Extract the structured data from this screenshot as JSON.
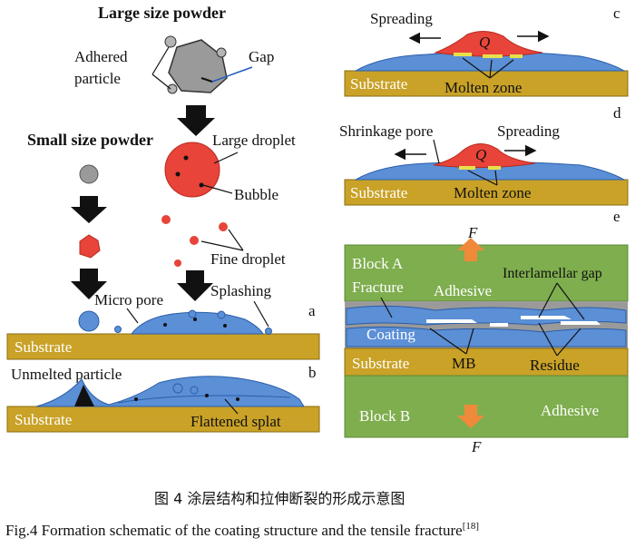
{
  "top_left": {
    "title": "Large size powder",
    "adhered": [
      "Adhered",
      "particle"
    ],
    "gap": "Gap",
    "small_title": "Small size powder",
    "large_droplet": "Large droplet",
    "bubble": "Bubble",
    "fine_droplet": "Fine droplet",
    "micro_pore": "Micro pore",
    "splashing": "Splashing",
    "substrate": "Substrate",
    "panel_a": "a"
  },
  "panel_b": {
    "unmelted": "Unmelted particle",
    "substrate": "Substrate",
    "flattened": "Flattened splat",
    "letter": "b"
  },
  "panel_c": {
    "spreading": "Spreading",
    "q": "Q",
    "substrate": "Substrate",
    "molten": "Molten zone",
    "letter": "c"
  },
  "panel_d": {
    "shrinkage": "Shrinkage pore",
    "spreading": "Spreading",
    "q": "Q",
    "substrate": "Substrate",
    "molten": "Molten zone",
    "letter": "d"
  },
  "panel_e": {
    "letter": "e",
    "f_top": "F",
    "block_a": "Block A",
    "adhesive_top": "Adhesive",
    "interlamellar": "Interlamellar gap",
    "fracture": "Fracture",
    "coating": "Coating",
    "substrate": "Substrate",
    "mb": "MB",
    "residue": "Residue",
    "adhesive_bottom": "Adhesive",
    "block_b": "Block B",
    "f_bottom": "F"
  },
  "caption": {
    "cn": "图 4    涂层结构和拉伸断裂的形成示意图",
    "en": "Fig.4    Formation schematic of the coating structure and the tensile fracture",
    "ref": "[18]"
  },
  "colors": {
    "substrate": "#c9a227",
    "splat": "#5b8fd6",
    "droplet": "#e8443a",
    "block": "#7fae4e",
    "arrow_orange": "#ef8a3a",
    "powder_gray": "#9a9a9a"
  }
}
